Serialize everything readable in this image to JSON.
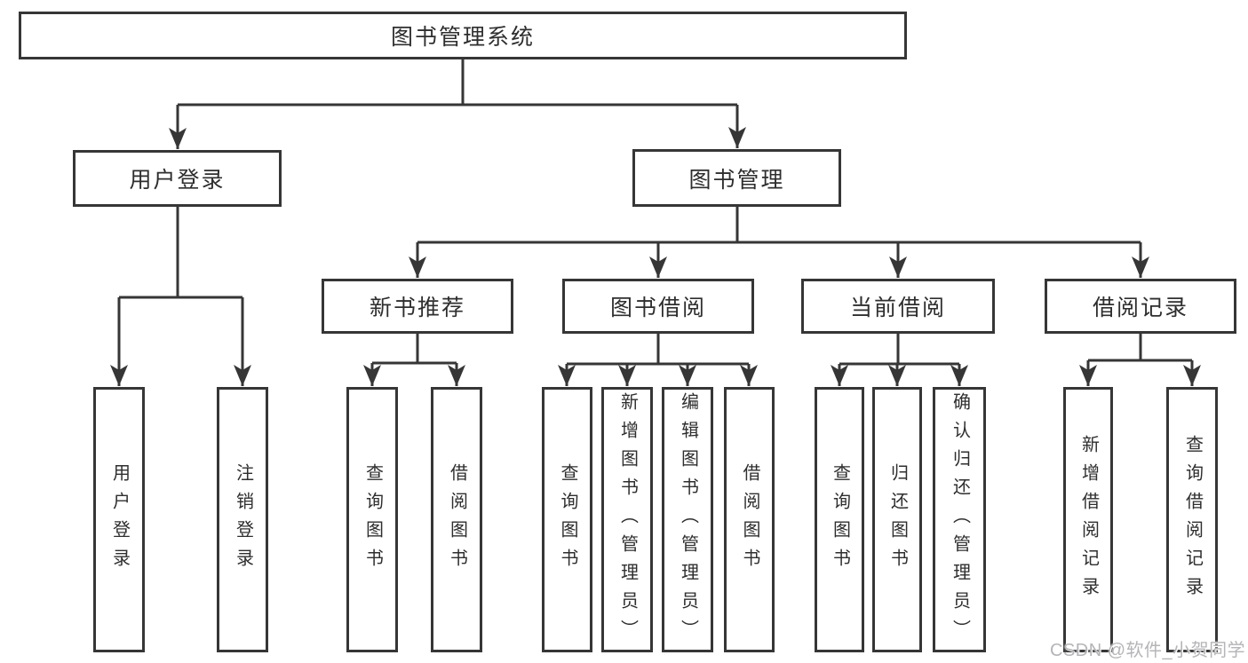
{
  "palette": {
    "line_color": "#363636",
    "text_color": "#2e2e2e",
    "background": "#ffffff",
    "watermark_color": "#b5b5b8"
  },
  "watermark": "CSDN @软件_小贺同学",
  "tree": {
    "root": {
      "label": "图书管理系统"
    },
    "branches": [
      {
        "label": "用户登录"
      },
      {
        "label": "图书管理"
      }
    ],
    "modules": [
      {
        "label": "新书推荐",
        "parent": "图书管理"
      },
      {
        "label": "图书借阅",
        "parent": "图书管理"
      },
      {
        "label": "当前借阅",
        "parent": "图书管理"
      },
      {
        "label": "借阅记录",
        "parent": "图书管理"
      }
    ],
    "leaves": [
      {
        "label": "用户登录",
        "parent": "用户登录"
      },
      {
        "label": "注销登录",
        "parent": "用户登录"
      },
      {
        "label": "查询图书",
        "parent": "新书推荐"
      },
      {
        "label": "借阅图书",
        "parent": "新书推荐"
      },
      {
        "label": "查询图书",
        "parent": "图书借阅"
      },
      {
        "label": "新增图书（管理员）",
        "parent": "图书借阅"
      },
      {
        "label": "编辑图书（管理员）",
        "parent": "图书借阅"
      },
      {
        "label": "借阅图书",
        "parent": "图书借阅"
      },
      {
        "label": "查询图书",
        "parent": "当前借阅"
      },
      {
        "label": "归还图书",
        "parent": "当前借阅"
      },
      {
        "label": "确认归还（管理员）",
        "parent": "当前借阅"
      },
      {
        "label": "新增借阅记录",
        "parent": "借阅记录"
      },
      {
        "label": "查询借阅记录",
        "parent": "借阅记录"
      }
    ]
  }
}
